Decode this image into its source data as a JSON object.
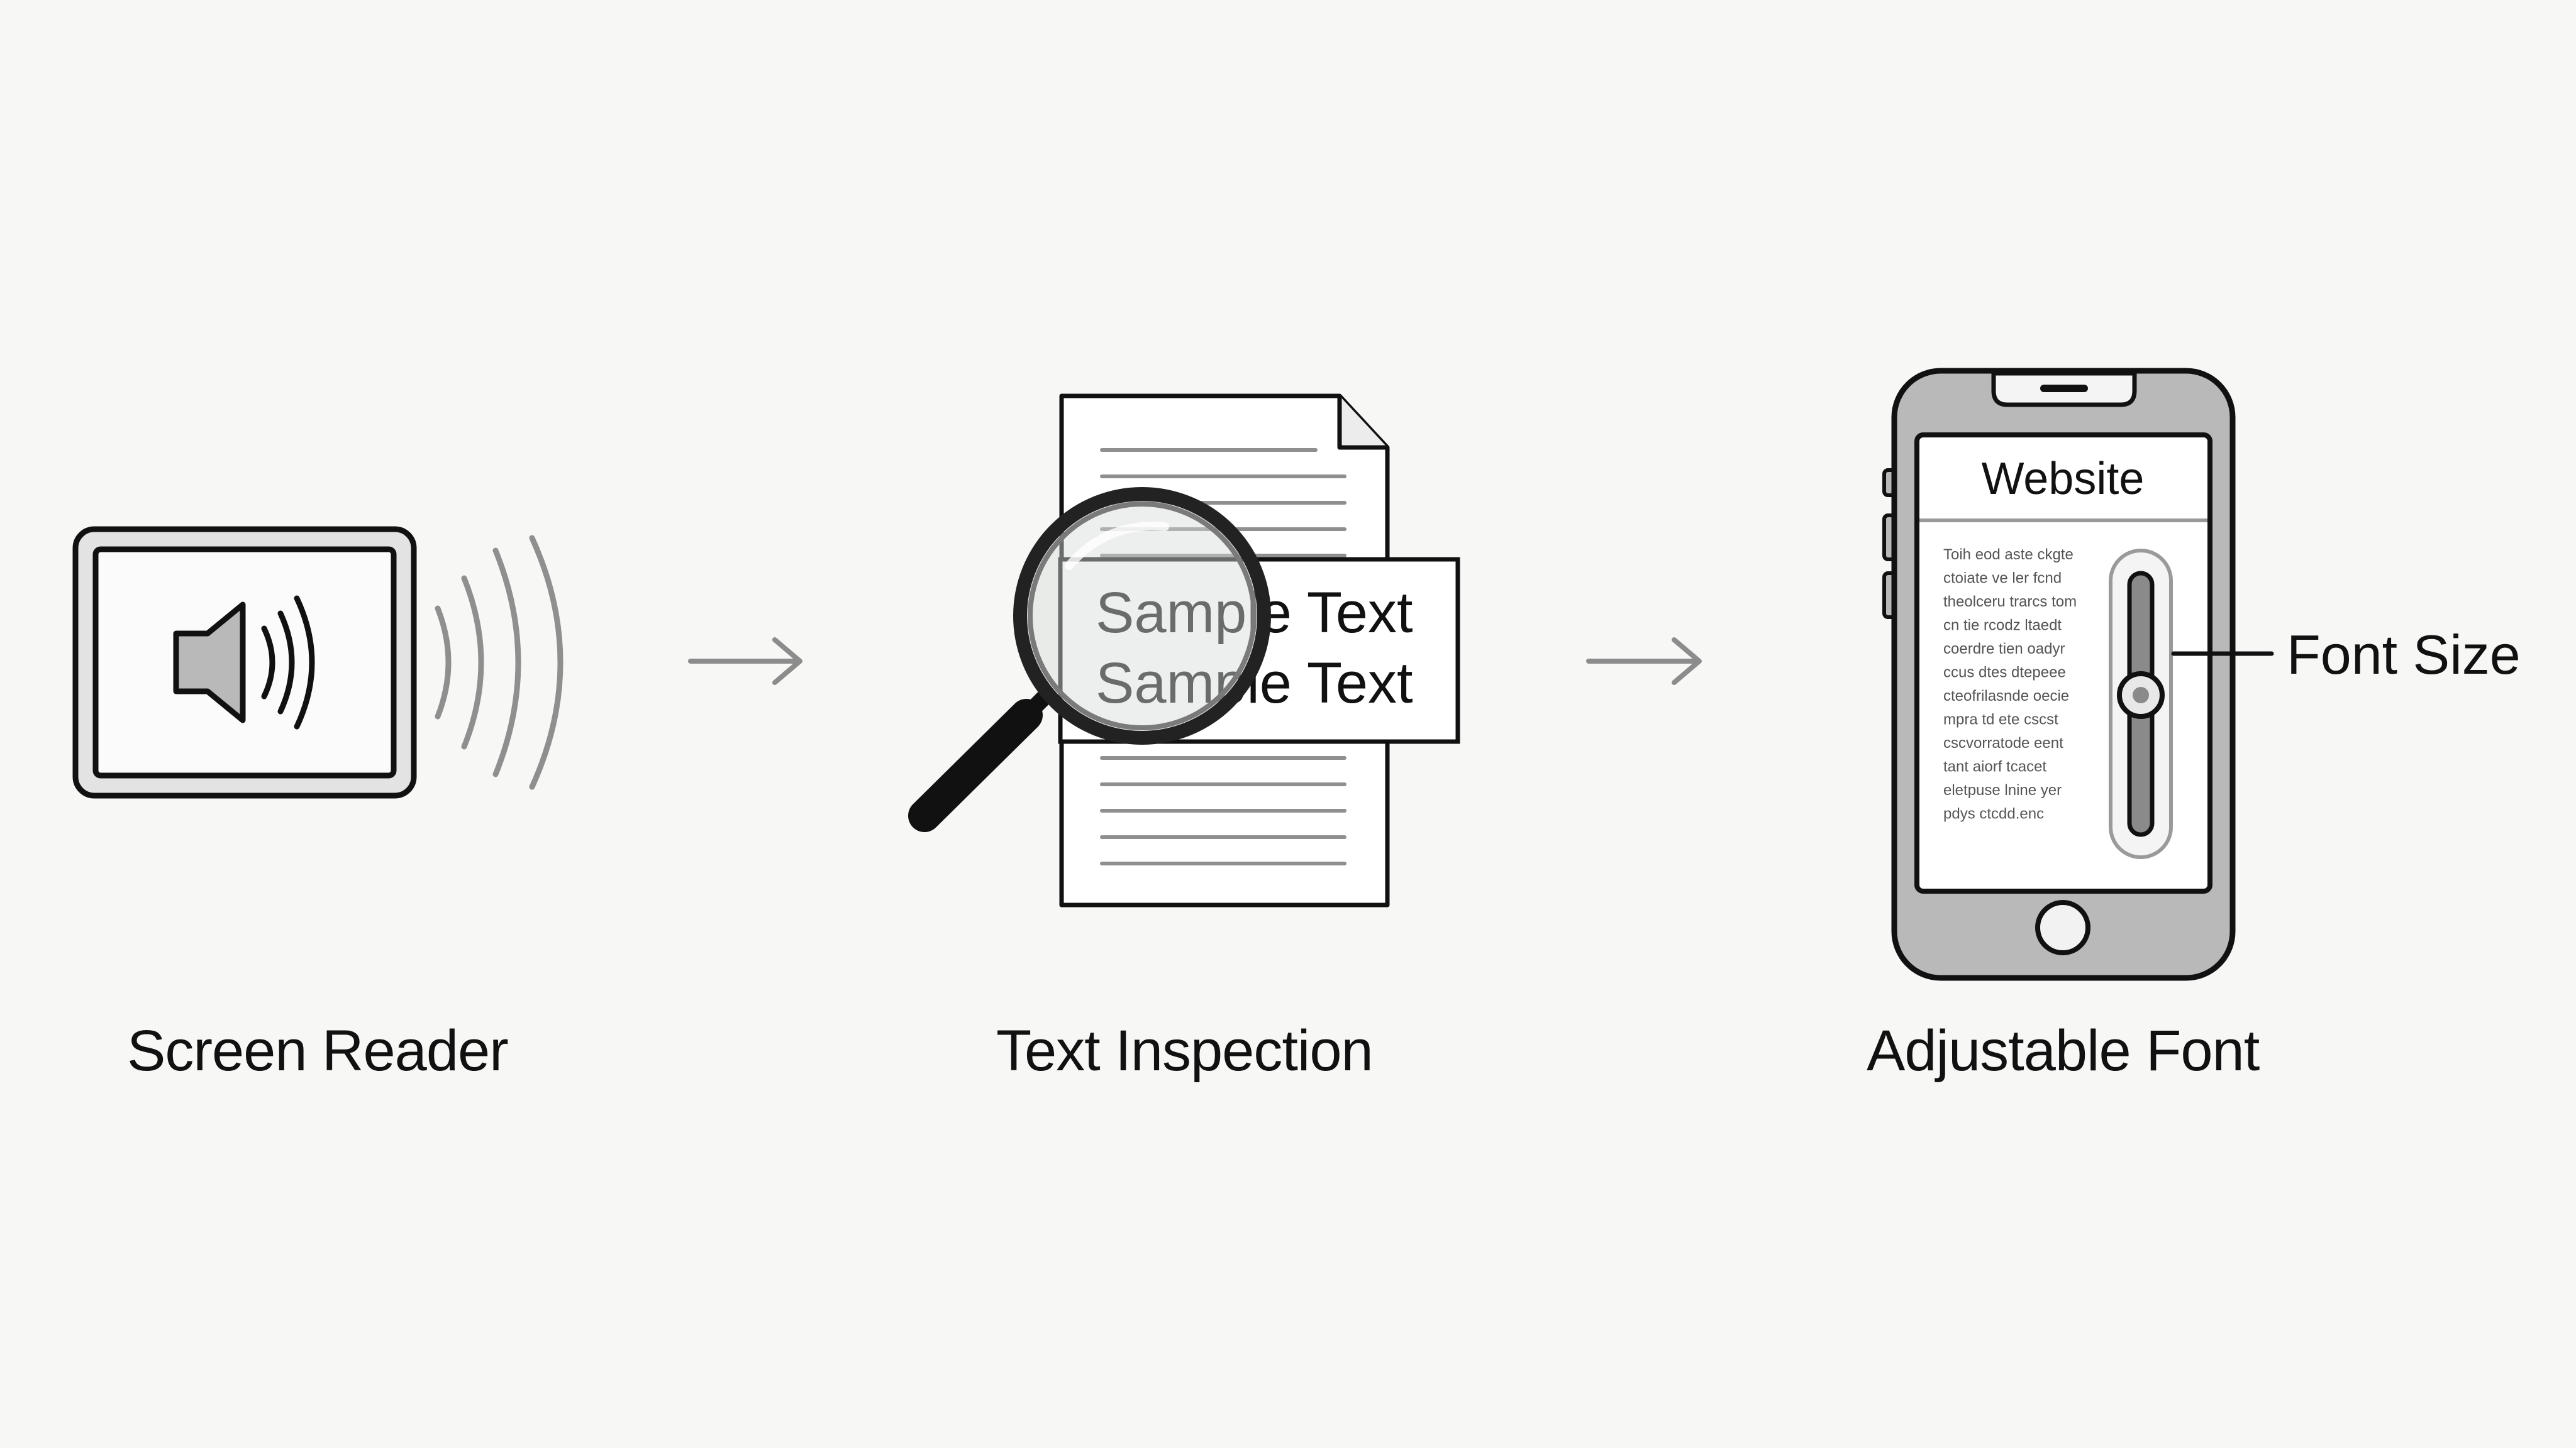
{
  "colors": {
    "background": "#f7f7f5",
    "stroke": "#111111",
    "fill_gray": "#b9b9b9",
    "arrow_gray": "#8c8c8c",
    "wave_gray": "#8f8f8f",
    "paper": "#ffffff"
  },
  "steps": [
    {
      "label": "Screen Reader",
      "icon": "speaker-icon"
    },
    {
      "label": "Text Inspection",
      "icon": "magnifier-icon"
    },
    {
      "label": "Adjustable Font",
      "icon": "phone-icon"
    }
  ],
  "inspection": {
    "line1": "Sample Text",
    "line2": "Sample Text"
  },
  "phone": {
    "title": "Website",
    "slider_label": "Font Size",
    "body_lines": [
      "Toih eod aste ckgte",
      "ctoiate ve ler fcnd",
      "theolceru trarcs tom",
      "cn tie rcodz ltaedt",
      "coerdre tien oadyr",
      "ccus dtes dtepeee",
      "cteofrilasnde oecie",
      "mpra td ete cscst",
      "cscvorratode eent",
      "tant aiorf tcacet",
      "eletpuse lnine yer",
      "pdys ctcdd.enc"
    ]
  }
}
